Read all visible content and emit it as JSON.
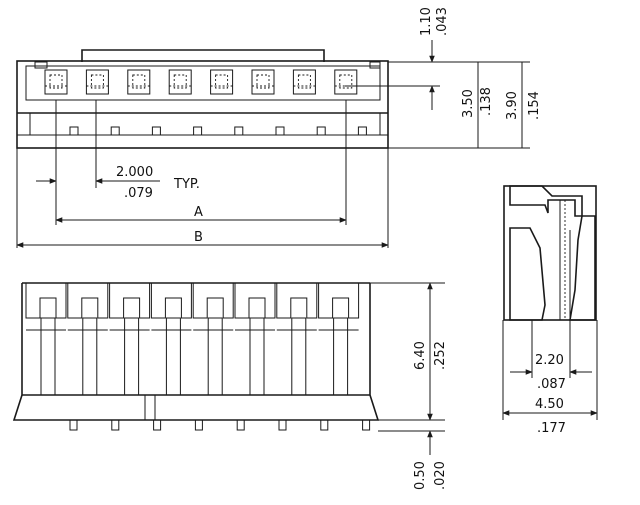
{
  "dimensions": {
    "height_1_10": "1.10",
    "height_043": ".043",
    "height_3_50": "3.50",
    "height_138": ".138",
    "height_3_90": "3.90",
    "height_154": ".154",
    "pitch_mm": "2.000",
    "pitch_in": ".079",
    "pitch_note": "TYP.",
    "dim_a": "A",
    "dim_b": "B",
    "height_6_40": "6.40",
    "height_252": ".252",
    "pin_0_50": "0.50",
    "pin_020": ".020",
    "width_2_20": "2.20",
    "width_087": ".087",
    "width_4_50": "4.50",
    "width_177": ".177"
  },
  "connector": {
    "pin_count": 8
  }
}
